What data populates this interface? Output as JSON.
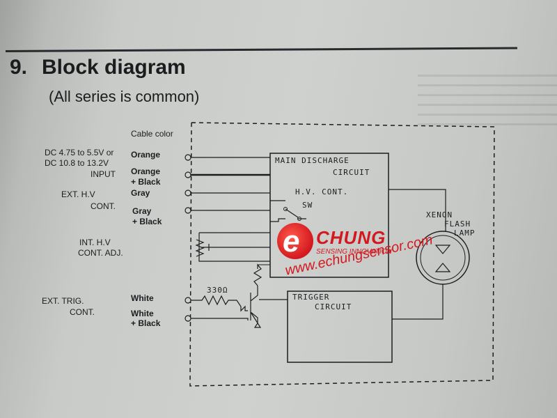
{
  "section": {
    "number": "9.",
    "title": "Block diagram",
    "subtitle": "(All series is common)"
  },
  "cable_color_header": "Cable color",
  "inputs": {
    "dc_line1": "DC 4.75 to 5.5V or",
    "dc_line2": "DC 10.8 to 13.2V",
    "dc_line3": "INPUT",
    "ext_hv_line1": "EXT.  H.V",
    "ext_hv_line2": "CONT.",
    "int_hv_line1": "INT.  H.V",
    "int_hv_line2": "CONT. ADJ.",
    "ext_trig_line1": "EXT.  TRIG.",
    "ext_trig_line2": "CONT."
  },
  "cable_colors": {
    "orange": "Orange",
    "orange_black_1": "Orange",
    "orange_black_2": "+ Black",
    "gray": "Gray",
    "gray_black_1": "Gray",
    "gray_black_2": "+ Black",
    "white": "White",
    "white_black_1": "White",
    "white_black_2": "+ Black"
  },
  "blocks": {
    "main_line1": "MAIN DISCHARGE",
    "main_line2": "CIRCUIT",
    "hv_cont": "H.V.  CONT.",
    "sw": "SW",
    "trigger_line1": "TRIGGER",
    "trigger_line2": "CIRCUIT",
    "lamp_line1": "XENON",
    "lamp_line2": "FLASH",
    "lamp_line3": "LAMP",
    "resistor": "330Ω"
  },
  "watermark": {
    "logo_letter": "e",
    "brand": "CHUNG",
    "tagline": "SENSING INNOVATION",
    "url": "www.echungsensor.com",
    "color": "#d3181f"
  }
}
